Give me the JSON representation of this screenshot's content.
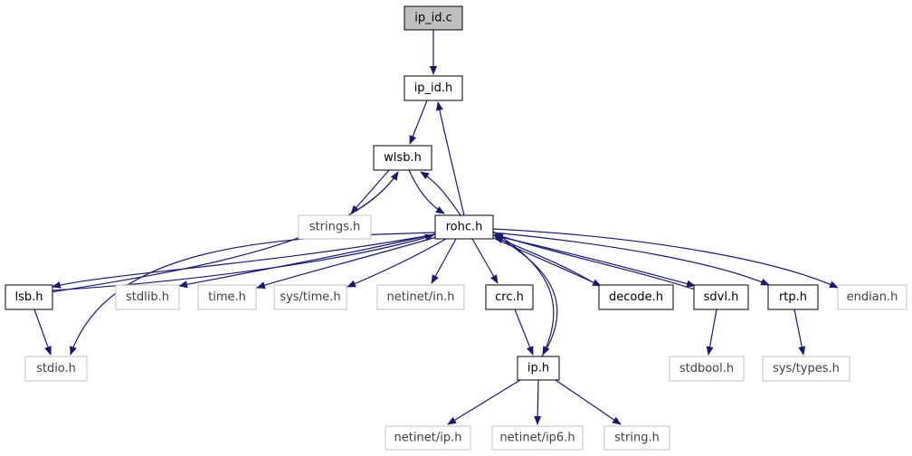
{
  "colors": {
    "edge": "#191970",
    "node_border_local": "#000000",
    "node_border_system": "#bfbfbf",
    "root_fill": "#bfbfbf",
    "text_local": "#000000",
    "text_system": "#404040"
  },
  "nodes": {
    "ip_id_c": {
      "label": "ip_id.c",
      "kind": "root"
    },
    "ip_id_h": {
      "label": "ip_id.h",
      "kind": "local"
    },
    "wlsb_h": {
      "label": "wlsb.h",
      "kind": "local"
    },
    "strings_h": {
      "label": "strings.h",
      "kind": "system"
    },
    "rohc_h": {
      "label": "rohc.h",
      "kind": "local"
    },
    "lsb_h": {
      "label": "lsb.h",
      "kind": "local"
    },
    "stdlib_h": {
      "label": "stdlib.h",
      "kind": "system"
    },
    "time_h": {
      "label": "time.h",
      "kind": "system"
    },
    "sys_time_h": {
      "label": "sys/time.h",
      "kind": "system"
    },
    "netinet_in_h": {
      "label": "netinet/in.h",
      "kind": "system"
    },
    "crc_h": {
      "label": "crc.h",
      "kind": "local"
    },
    "decode_h": {
      "label": "decode.h",
      "kind": "local"
    },
    "sdvl_h": {
      "label": "sdvl.h",
      "kind": "local"
    },
    "rtp_h": {
      "label": "rtp.h",
      "kind": "local"
    },
    "endian_h": {
      "label": "endian.h",
      "kind": "system"
    },
    "stdio_h": {
      "label": "stdio.h",
      "kind": "system"
    },
    "ip_h": {
      "label": "ip.h",
      "kind": "local"
    },
    "stdbool_h": {
      "label": "stdbool.h",
      "kind": "system"
    },
    "sys_types_h": {
      "label": "sys/types.h",
      "kind": "system"
    },
    "netinet_ip_h": {
      "label": "netinet/ip.h",
      "kind": "system"
    },
    "netinet_ip6_h": {
      "label": "netinet/ip6.h",
      "kind": "system"
    },
    "string_h": {
      "label": "string.h",
      "kind": "system"
    }
  },
  "edges": [
    [
      "ip_id_c",
      "ip_id_h"
    ],
    [
      "ip_id_h",
      "wlsb_h"
    ],
    [
      "wlsb_h",
      "strings_h"
    ],
    [
      "wlsb_h",
      "rohc_h"
    ],
    [
      "rohc_h",
      "ip_id_h"
    ],
    [
      "rohc_h",
      "wlsb_h"
    ],
    [
      "rohc_h",
      "stdlib_h"
    ],
    [
      "rohc_h",
      "time_h"
    ],
    [
      "rohc_h",
      "sys_time_h"
    ],
    [
      "rohc_h",
      "netinet_in_h"
    ],
    [
      "rohc_h",
      "crc_h"
    ],
    [
      "rohc_h",
      "decode_h"
    ],
    [
      "rohc_h",
      "sdvl_h"
    ],
    [
      "rohc_h",
      "rtp_h"
    ],
    [
      "rohc_h",
      "endian_h"
    ],
    [
      "rohc_h",
      "ip_h"
    ],
    [
      "rohc_h",
      "lsb_h"
    ],
    [
      "rohc_h",
      "stdio_h"
    ],
    [
      "lsb_h",
      "wlsb_h"
    ],
    [
      "lsb_h",
      "rohc_h"
    ],
    [
      "lsb_h",
      "stdio_h"
    ],
    [
      "decode_h",
      "rohc_h"
    ],
    [
      "sdvl_h",
      "rohc_h"
    ],
    [
      "sdvl_h",
      "stdbool_h"
    ],
    [
      "rtp_h",
      "sys_types_h"
    ],
    [
      "crc_h",
      "ip_h"
    ],
    [
      "ip_h",
      "rohc_h"
    ],
    [
      "ip_h",
      "netinet_ip_h"
    ],
    [
      "ip_h",
      "netinet_ip6_h"
    ],
    [
      "ip_h",
      "string_h"
    ]
  ]
}
